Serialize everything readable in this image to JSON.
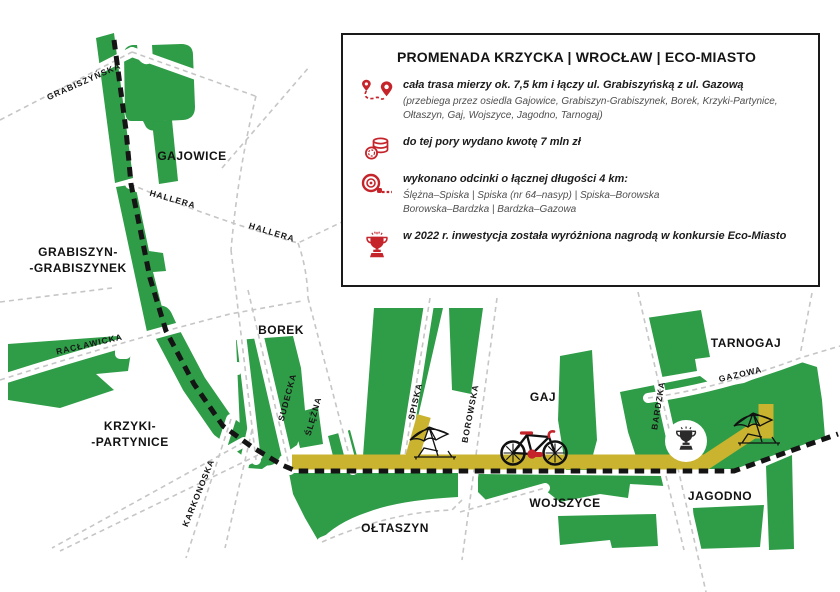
{
  "info_box": {
    "title": "PROMENADA KRZYCKA | WROCŁAW | ECO-MIASTO",
    "items": [
      {
        "icon": "route-pins-icon",
        "main": "cała trasa mierzy ok. 7,5 km i łączy ul. Grabiszyńską z ul. Gazową",
        "sub": "(przebiega przez osiedla Gajowice, Grabiszyn-Grabiszynek, Borek, Krzyki-Partynice, Ołtaszyn, Gaj, Wojszyce, Jagodno, Tarnogaj)"
      },
      {
        "icon": "coins-icon",
        "main": "do tej pory wydano kwotę 7 mln zł"
      },
      {
        "icon": "tape-measure-icon",
        "main": "wykonano odcinki o łącznej długości 4 km:",
        "sub_lines": [
          "Ślężna–Spiska | Spiska (nr 64–nasyp) | Spiska–Borowska",
          "Borowska–Bardzka | Bardzka–Gazowa"
        ]
      },
      {
        "icon": "trophy-icon",
        "main": "w 2022 r. inwestycja została wyróżniona nagrodą w konkursie Eco-Miasto"
      }
    ]
  },
  "map": {
    "districts": {
      "gajowice": "GAJOWICE",
      "grabiszyn_line1": "GRABISZYN-",
      "grabiszyn_line2": "-GRABISZYNEK",
      "borek": "BOREK",
      "krzyki_line1": "KRZYKI-",
      "krzyki_line2": "-PARTYNICE",
      "oltaszyn": "OŁTASZYN",
      "wojszyce": "WOJSZYCE",
      "gaj": "GAJ",
      "tarnogaj": "TARNOGAJ",
      "jagodno": "JAGODNO"
    },
    "streets": {
      "grabiszynska": "GRABISZYŃSKA",
      "hallera": "HALLERA",
      "raclawicka": "RACŁAWICKA",
      "karkonoska": "KARKONOSKA",
      "sudecka": "SUDECKA",
      "slezna": "ŚLĘŻNA",
      "spiska": "SPISKA",
      "borowska": "BOROWSKA",
      "bardzka": "BARDZKA",
      "gazowa": "GAZOWA"
    },
    "icons": [
      "bicycle-icon",
      "beach-umbrella-icon",
      "trophy-icon"
    ],
    "colors": {
      "park_green": "#2f9c47",
      "promenade_yellow": "#c9b32f",
      "route_black": "#141414",
      "street_gray": "#c6c6c6",
      "accent_red": "#c5242b"
    }
  }
}
